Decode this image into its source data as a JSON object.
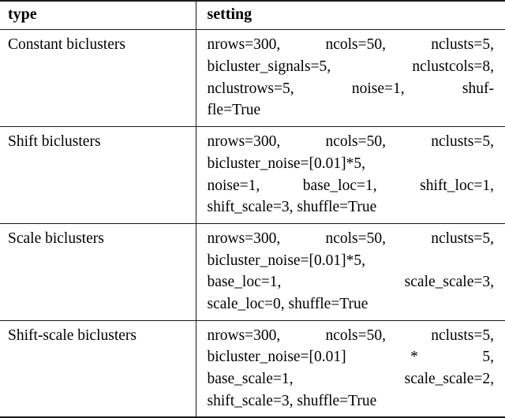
{
  "table": {
    "columns": [
      {
        "key": "type",
        "label": "type"
      },
      {
        "key": "setting",
        "label": "setting"
      }
    ],
    "rows": [
      {
        "type": "Constant biclusters",
        "setting_text": "nrows=300, ncols=50, nclusts=5, bicluster_signals=5, nclustcols=8, nclustrows=5, noise=1, shuffle=True",
        "setting_lines": [
          [
            "nrows=300,",
            "ncols=50,",
            "nclusts=5,"
          ],
          [
            "bicluster_signals=5,",
            "nclustcols=8,"
          ],
          [
            "nclustrows=5,",
            "noise=1,",
            "shuf-"
          ],
          [
            "fle=True"
          ]
        ]
      },
      {
        "type": "Shift biclusters",
        "setting_text": "nrows=300, ncols=50, nclusts=5, bicluster_noise=[0.01]*5, noise=1, base_loc=1, shift_loc=1, shift_scale=3, shuffle=True",
        "setting_lines": [
          [
            "nrows=300,",
            "ncols=50,",
            "nclusts=5,"
          ],
          [
            "bicluster_noise=[0.01]*5,"
          ],
          [
            "noise=1,",
            "base_loc=1,",
            "shift_loc=1,"
          ],
          [
            "shift_scale=3, shuffle=True"
          ]
        ]
      },
      {
        "type": "Scale biclusters",
        "setting_text": "nrows=300, ncols=50, nclusts=5, bicluster_noise=[0.01]*5, base_loc=1, scale_scale=3, scale_loc=0, shuffle=True",
        "setting_lines": [
          [
            "nrows=300,",
            "ncols=50,",
            "nclusts=5,"
          ],
          [
            "bicluster_noise=[0.01]*5,"
          ],
          [
            "base_loc=1,",
            "scale_scale=3,"
          ],
          [
            "scale_loc=0, shuffle=True"
          ]
        ]
      },
      {
        "type": "Shift-scale biclusters",
        "setting_text": "nrows=300, ncols=50, nclusts=5, bicluster_noise=[0.01] * 5, base_scale=1, scale_scale=2, shift_scale=3, shuffle=True",
        "setting_lines": [
          [
            "nrows=300,",
            "ncols=50,",
            "nclusts=5,"
          ],
          [
            "bicluster_noise=[0.01]",
            "*",
            "5,"
          ],
          [
            "base_scale=1,",
            "scale_scale=2,"
          ],
          [
            "shift_scale=3, shuffle=True"
          ]
        ]
      }
    ]
  },
  "style": {
    "rule_color": "#1a1a1a",
    "text_color": "#000000",
    "background": "#ffffff"
  }
}
